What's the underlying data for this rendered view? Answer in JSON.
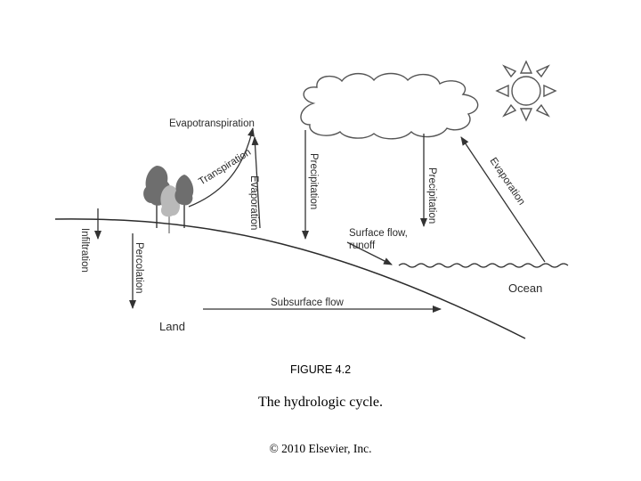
{
  "diagram": {
    "labels": {
      "evapotranspiration": "Evapotranspiration",
      "transpiration": "Transpiration",
      "evaporation_land": "Evaporation",
      "precipitation_land": "Precipitation",
      "precipitation_sea": "Precipitation",
      "evaporation_ocean": "Evaporation",
      "surface_flow_1": "Surface flow,",
      "surface_flow_2": "runoff",
      "infiltration": "Infiltration",
      "percolation": "Percolation",
      "subsurface_flow": "Subsurface flow",
      "land": "Land",
      "ocean": "Ocean"
    }
  },
  "figure_label": "FIGURE 4.2",
  "caption": "The hydrologic cycle.",
  "copyright": "© 2010 Elsevier, Inc."
}
